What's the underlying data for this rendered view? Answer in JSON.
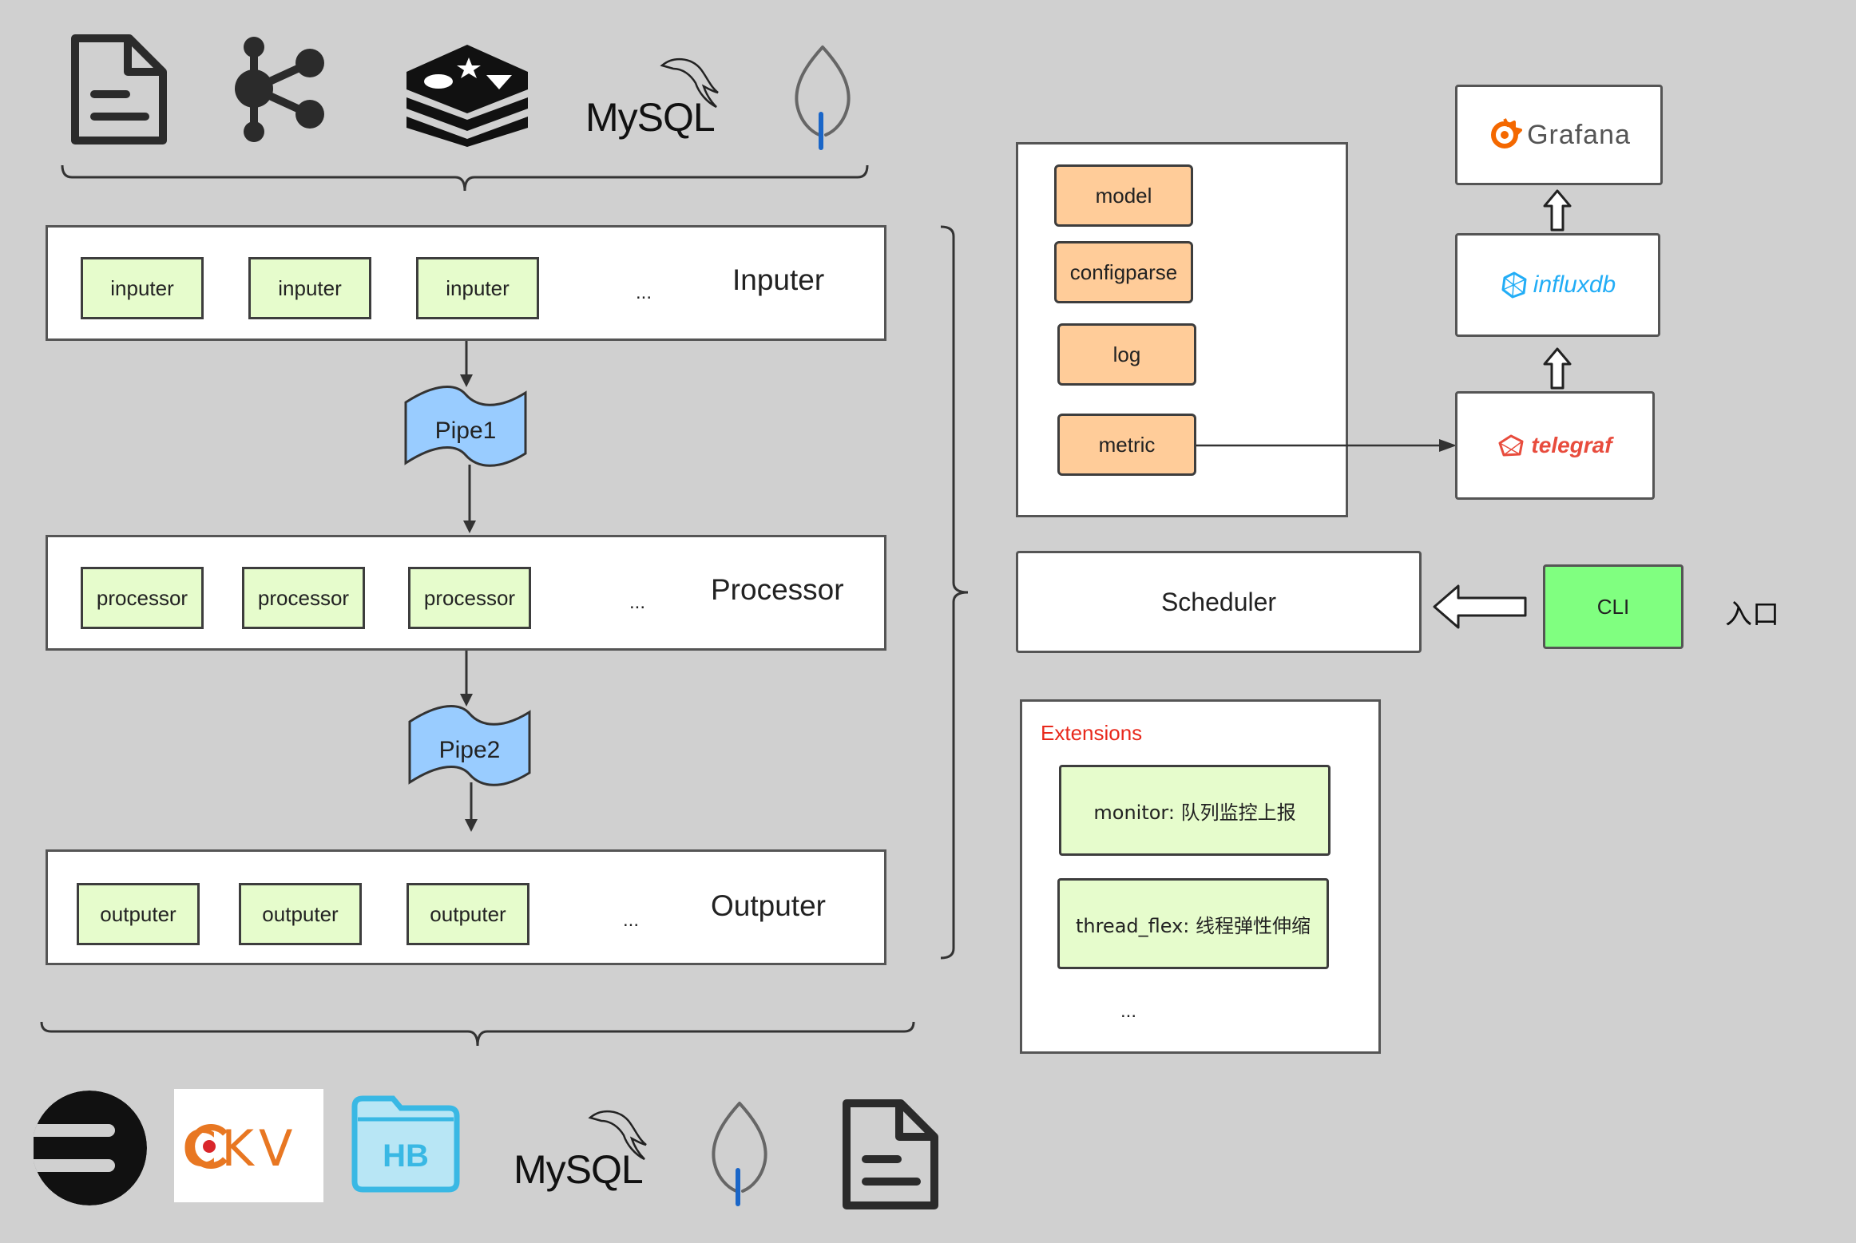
{
  "top_sources": [
    "file-icon",
    "kafka-icon",
    "redis-icon",
    "mysql-logo",
    "mongodb-icon"
  ],
  "bottom_sinks": [
    "elasticsearch-logo",
    "ckv-logo",
    "hbase-logo",
    "mysql-logo",
    "mongodb-icon",
    "file-icon"
  ],
  "mysql_text": "MySQL",
  "stages": {
    "inputer": {
      "title": "Inputer",
      "items": [
        "inputer",
        "inputer",
        "inputer"
      ],
      "more": "..."
    },
    "processor": {
      "title": "Processor",
      "items": [
        "processor",
        "processor",
        "processor"
      ],
      "more": "..."
    },
    "outputer": {
      "title": "Outputer",
      "items": [
        "outputer",
        "outputer",
        "outputer"
      ],
      "more": "..."
    }
  },
  "pipes": [
    "Pipe1",
    "Pipe2"
  ],
  "core": {
    "items": [
      "model",
      "configparse",
      "log",
      "metric"
    ]
  },
  "monitoring": {
    "grafana": "Grafana",
    "influxdb": "influxdb",
    "telegraf": "telegraf"
  },
  "scheduler": "Scheduler",
  "cli": "CLI",
  "entry_label": "入口",
  "extensions": {
    "title": "Extensions",
    "items": [
      "monitor: 队列监控上报",
      "thread_flex: 线程弹性伸缩"
    ],
    "more": "..."
  },
  "hbase_text": "HB",
  "ckv_text": "CKV",
  "colors": {
    "background": "#d0d0d0",
    "green_box": "#e6fccc",
    "orange_box": "#ffcc99",
    "pipe": "#99ccff",
    "cli": "#80ff80",
    "extensions_title": "#e8291c",
    "grafana": "#f46800",
    "influxdb": "#22adf6",
    "telegraf": "#e84c3d"
  }
}
